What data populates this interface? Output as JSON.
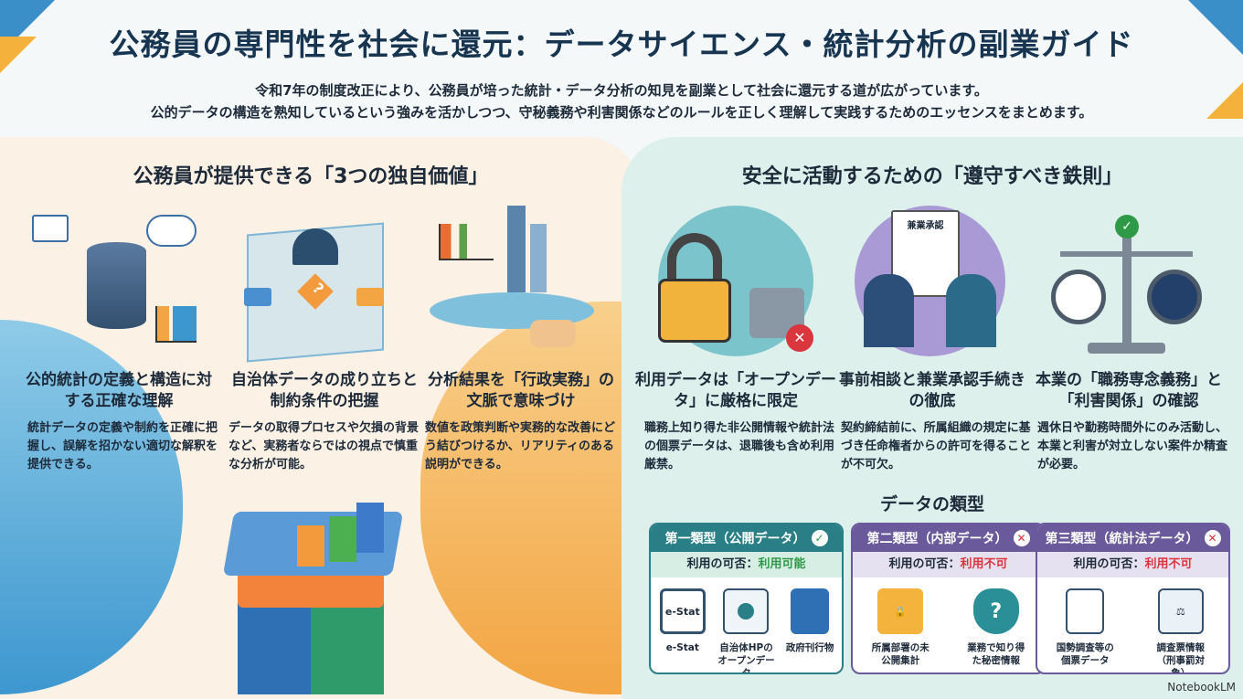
{
  "title": "公務員の専門性を社会に還元：データサイエンス・統計分析の副業ガイド",
  "subtitle": [
    "令和7年の制度改正により、公務員が培った統計・データ分析の知見を副業として社会に還元する道が広がっています。",
    "公的データの構造を熟知しているという強みを活かしつつ、守秘義務や利害関係などのルールを正しく理解して実践するためのエッセンスをまとめます。"
  ],
  "left": {
    "heading": "公務員が提供できる「3つの独自価値」",
    "items": [
      {
        "title": "公的統計の定義と構造に対する正確な理解",
        "body": "統計データの定義や制約を正確に把握し、誤解を招かない適切な解釈を提供できる。"
      },
      {
        "title": "自治体データの成り立ちと制約条件の把握",
        "body": "データの取得プロセスや欠損の背景など、実務者ならではの視点で慎重な分析が可能。"
      },
      {
        "title": "分析結果を「行政実務」の文脈で意味づけ",
        "body": "数値を政策判断や実務的な改善にどう結びつけるか、リアリティのある説明ができる。"
      }
    ]
  },
  "right": {
    "heading": "安全に活動するための「遵守すべき鉄則」",
    "items": [
      {
        "title": "利用データは「オープンデータ」に厳格に限定",
        "body": "職務上知り得た非公開情報や統計法の個票データは、退職後も含め利用厳禁。"
      },
      {
        "title": "事前相談と兼業承認手続きの徹底",
        "body": "契約締結前に、所属組織の規定に基づき任命権者からの許可を得ることが不可欠。",
        "doc_label": "兼業承認"
      },
      {
        "title": "本業の「職務専念義務」と「利害関係」の確認",
        "body": "週休日や勤務時間外にのみ活動し、本業と利害が対立しない案件か精査が必要。"
      }
    ]
  },
  "types": {
    "heading": "データの類型",
    "availability_label": "利用の可否：",
    "cards": [
      {
        "name": "第一類型（公開データ）",
        "status": "利用可能",
        "ok": true,
        "items": [
          "e-Stat",
          "自治体HPのオープンデータ",
          "政府刊行物"
        ],
        "screen_text": "e-Stat"
      },
      {
        "name": "第二類型（内部データ）",
        "status": "利用不可",
        "ok": false,
        "items": [
          "所属部署の未公開集計",
          "業務で知り得た秘密情報"
        ]
      },
      {
        "name": "第三類型（統計法データ）",
        "status": "利用不可",
        "ok": false,
        "items": [
          "国勢調査等の個票データ",
          "調査票情報（刑事罰対象）"
        ]
      }
    ]
  },
  "colors": {
    "green": "#2e9a47",
    "red": "#d9363e",
    "teal": "#2a7f86",
    "purple": "#6a5a9c"
  },
  "watermark": "NotebookLM"
}
